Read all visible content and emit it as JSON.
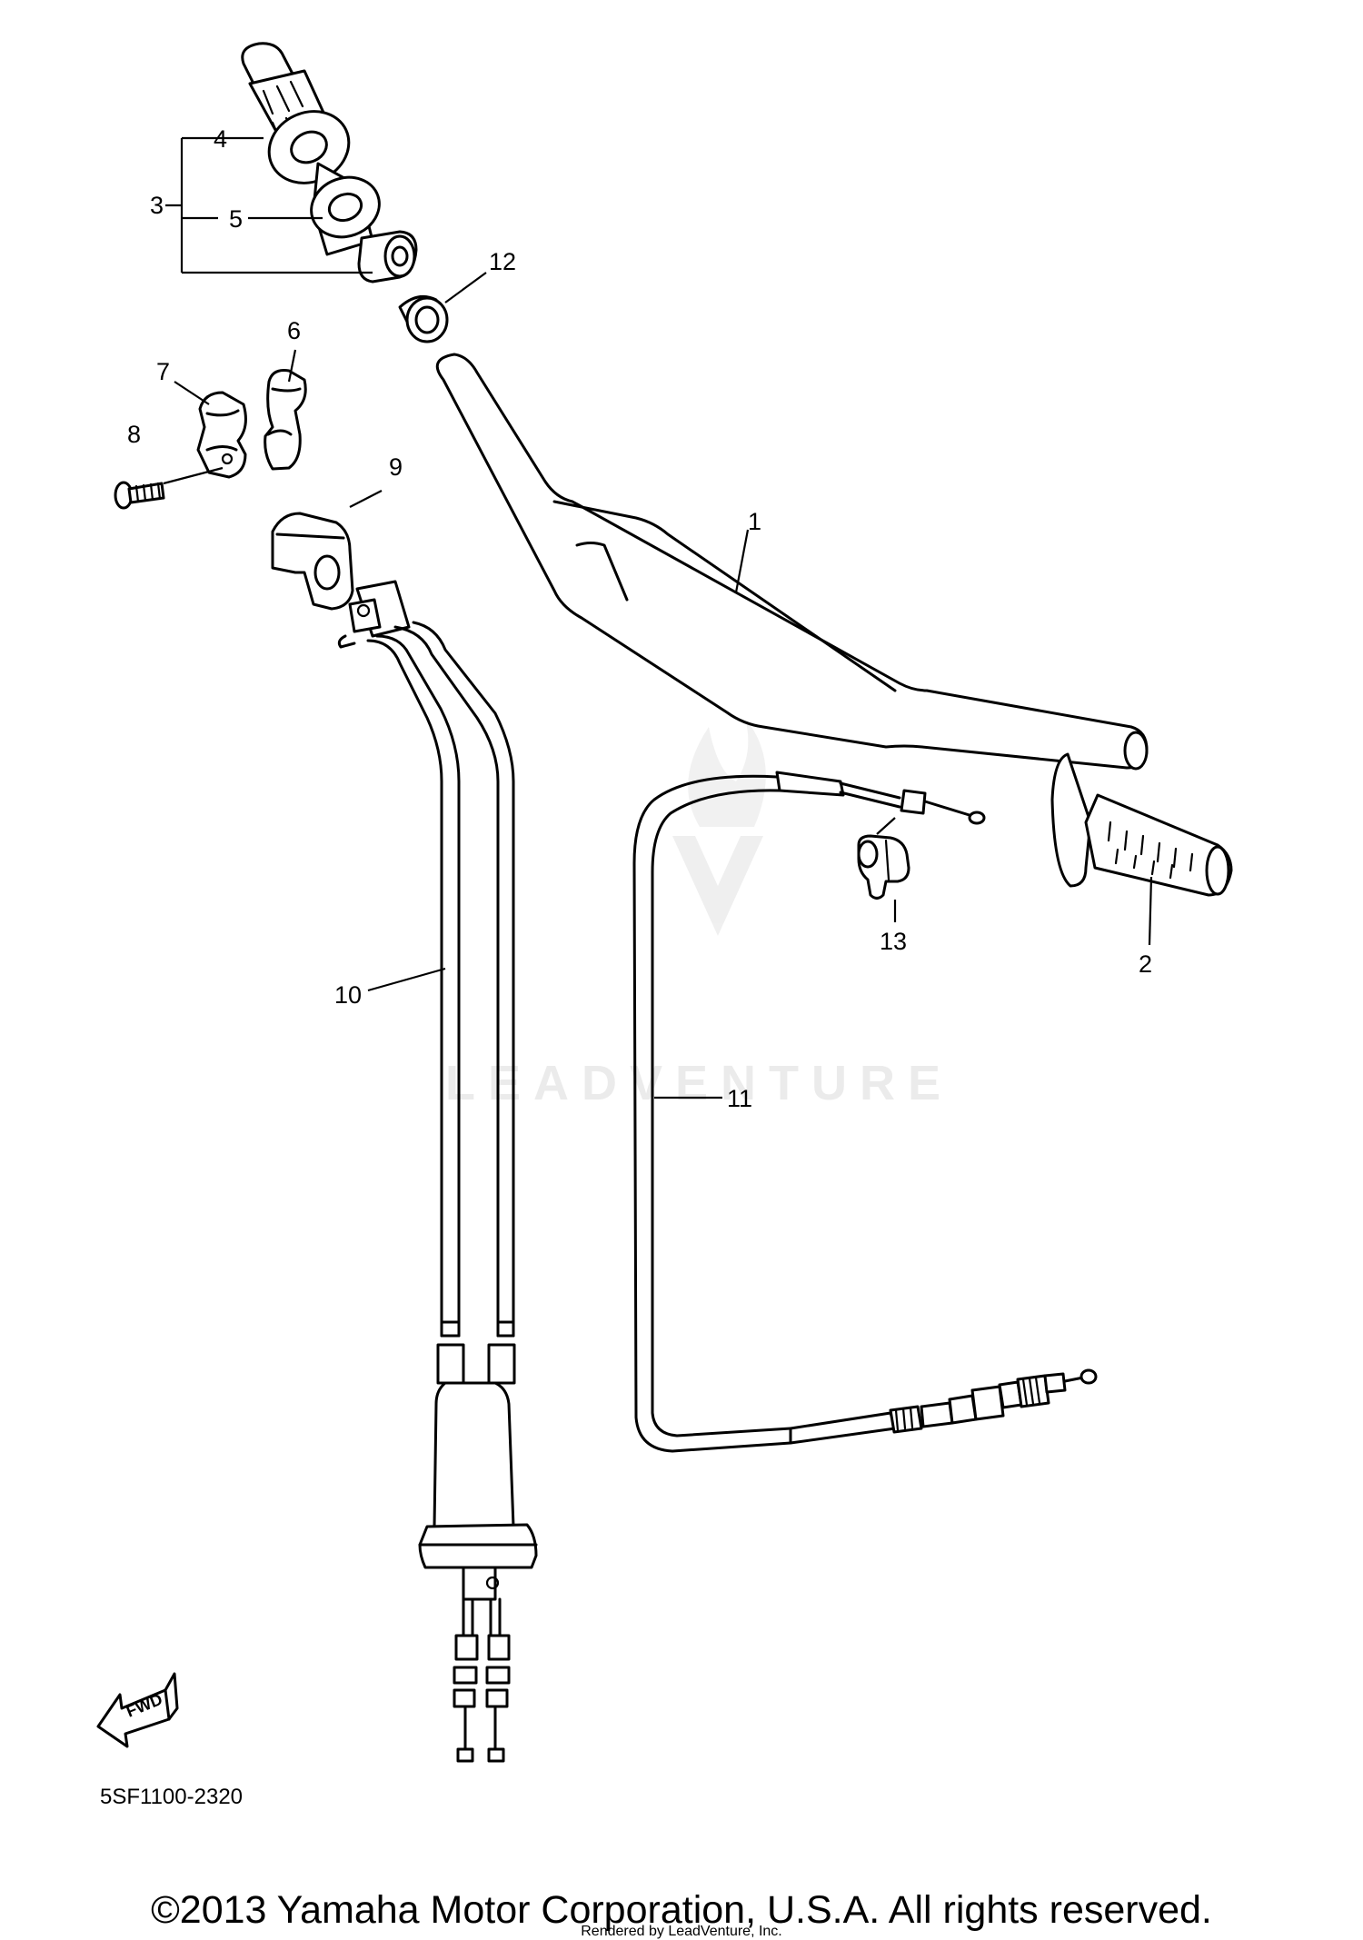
{
  "diagram_code": "5SF1100-2320",
  "callouts": {
    "c1": "1",
    "c2": "2",
    "c3": "3",
    "c4": "4",
    "c5": "5",
    "c6": "6",
    "c7": "7",
    "c8": "8",
    "c9": "9",
    "c10": "10",
    "c11": "11",
    "c12": "12",
    "c13": "13"
  },
  "fwd_label": "FWD",
  "watermark": "LEADVENTURE",
  "copyright": "©2013 Yamaha Motor Corporation, U.S.A. All rights reserved.",
  "rendered_by": "Rendered by LeadVenture, Inc."
}
